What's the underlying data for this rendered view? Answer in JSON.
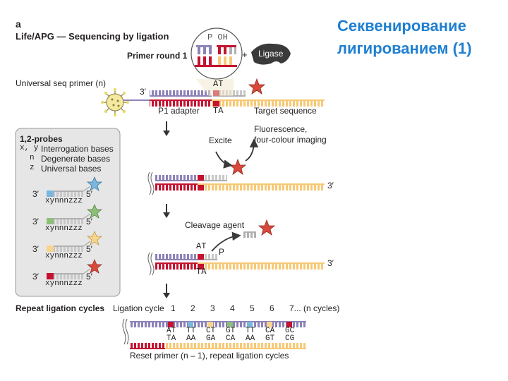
{
  "slide_title": {
    "line1": "Секвенирование",
    "line2": "лигированием (1)"
  },
  "figure": {
    "panel_letter": "a",
    "panel_title": "Life/APG — Sequencing by ligation",
    "primer_round": "Primer round 1",
    "poh_label": "P OH",
    "plus": "+",
    "ligase": "Ligase",
    "universal_primer": "Universal seq primer (n)",
    "three_prime": "3′",
    "five_prime": "5′",
    "at": "AT",
    "ta": "TA",
    "p_label": "P",
    "p1_adapter": "P1 adapter",
    "target_sequence": "Target sequence",
    "excite": "Excite",
    "fluorescence_line1": "Fluorescence,",
    "fluorescence_line2": "four-colour imaging",
    "cleavage_agent": "Cleavage agent",
    "probes_box": {
      "title": "1,2-probes",
      "legend": [
        {
          "code": "x, y",
          "desc": "Interrogation bases"
        },
        {
          "code": "n",
          "desc": "Degenerate bases"
        },
        {
          "code": "z",
          "desc": "Universal bases"
        }
      ],
      "probe_label": "xynnnzzz"
    },
    "repeat_cycles": "Repeat ligation cycles",
    "ligation_cycle": "Ligation cycle",
    "cycle_numbers": [
      "1",
      "2",
      "3",
      "4",
      "5",
      "6",
      "7... (n cycles)"
    ],
    "top_pairs": [
      "AT",
      "TT",
      "CT",
      "GT",
      "TT",
      "CA",
      "GC"
    ],
    "bottom_pairs": [
      "TA",
      "AA",
      "GA",
      "CA",
      "AA",
      "GT",
      "CG"
    ],
    "reset_primer": "Reset primer (n – 1), repeat ligation cycles"
  },
  "colors": {
    "title": "#1f7fd1",
    "primer": "#8d82b8",
    "adapter": "#c4122f",
    "target": "#f7c874",
    "probe_grey": "#c8c8c8",
    "star_red": "#d9493b",
    "star_blue": "#7ab7df",
    "star_green": "#8cc07a",
    "star_yellow": "#f8d58e",
    "box_bg": "#e6e6e6",
    "ligase": "#3a3a3a"
  }
}
